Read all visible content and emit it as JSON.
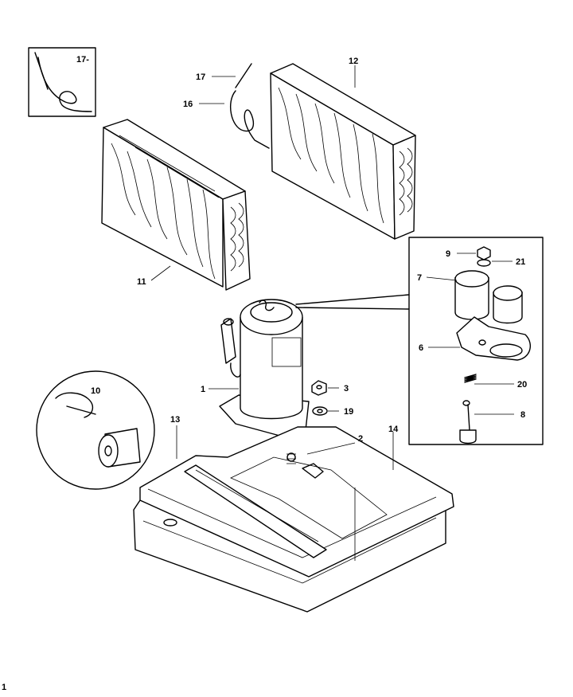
{
  "callouts": {
    "c1": "1",
    "c2": "2",
    "c3": "3",
    "c6": "6",
    "c7": "7",
    "c8": "8",
    "c9": "9",
    "c10": "10",
    "c11": "11",
    "c12": "12",
    "c13": "13",
    "c14": "14",
    "c16": "16",
    "c17": "17",
    "c17inset": "17-",
    "c19": "19",
    "c20": "20",
    "c21": "21",
    "page_mark": "1"
  }
}
